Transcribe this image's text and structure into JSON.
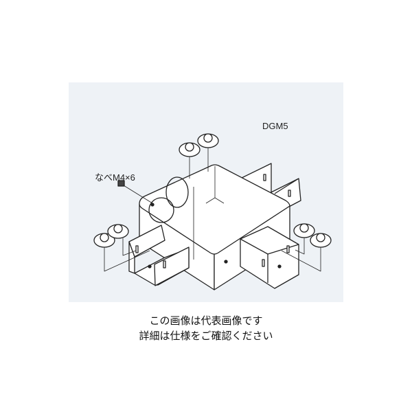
{
  "diagram": {
    "labels": {
      "washer_screw": "DGM5",
      "pan_screw": "なべM4×6"
    },
    "colors": {
      "panel": "#eef2f6",
      "line": "#222222",
      "fill": "#ffffff"
    }
  },
  "caption": {
    "line1": "この画像は代表画像です",
    "line2": "詳細は仕様をご確認ください"
  }
}
